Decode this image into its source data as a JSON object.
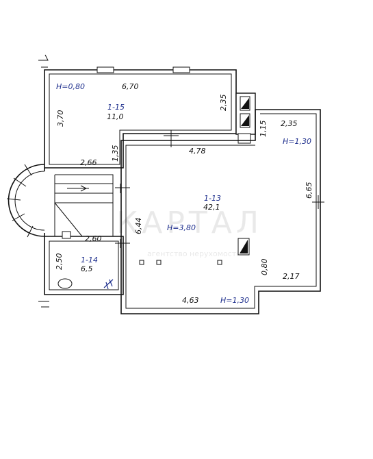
{
  "watermark": {
    "brand": "КАРТАЛ",
    "tagline": "агентство нерухомості"
  },
  "rooms": [
    {
      "id": "1-15",
      "area": "11,0"
    },
    {
      "id": "1-13",
      "area": "42,1"
    },
    {
      "id": "1-14",
      "area": "6,5"
    }
  ],
  "heights": [
    "H=0,80",
    "H=1,30",
    "H=3,80",
    "H=1,30"
  ],
  "dimensions": [
    "6,70",
    "3,70",
    "2,35",
    "1,35",
    "2,66",
    "4,78",
    "1,15",
    "2,35",
    "6,65",
    "6,44",
    "2,60",
    "2,50",
    "0,80",
    "2,17",
    "4,63"
  ]
}
